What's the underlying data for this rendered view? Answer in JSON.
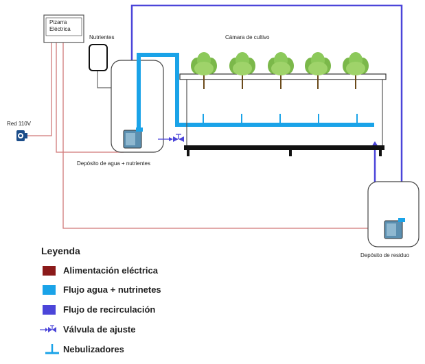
{
  "colors": {
    "power": "#8b1a1a",
    "power_line": "#d07878",
    "water": "#1aa3e8",
    "recirc": "#4b45d9",
    "black": "#111111",
    "gray": "#666666"
  },
  "labels": {
    "panel": "Pizarra Eléctrica",
    "panel_l1": "Pizarra",
    "panel_l2": "Eléctrica",
    "nutrients": "Nutrientes",
    "chamber": "Cámara de cultivo",
    "mains": "Red 110V",
    "tank": "Depósito de agua + nutrientes",
    "waste": "Depósito de residuo"
  },
  "legend": {
    "title": "Leyenda",
    "items": [
      {
        "label": "Alimentación eléctrica",
        "icon": "swatch-power"
      },
      {
        "label": "Flujo agua + nutrinetes",
        "icon": "swatch-water"
      },
      {
        "label": "Flujo de recirculación",
        "icon": "swatch-recirc"
      },
      {
        "label": "Válvula de ajuste",
        "icon": "valve-icon"
      },
      {
        "label": "Nebulizadores",
        "icon": "nozzle-icon"
      }
    ]
  }
}
